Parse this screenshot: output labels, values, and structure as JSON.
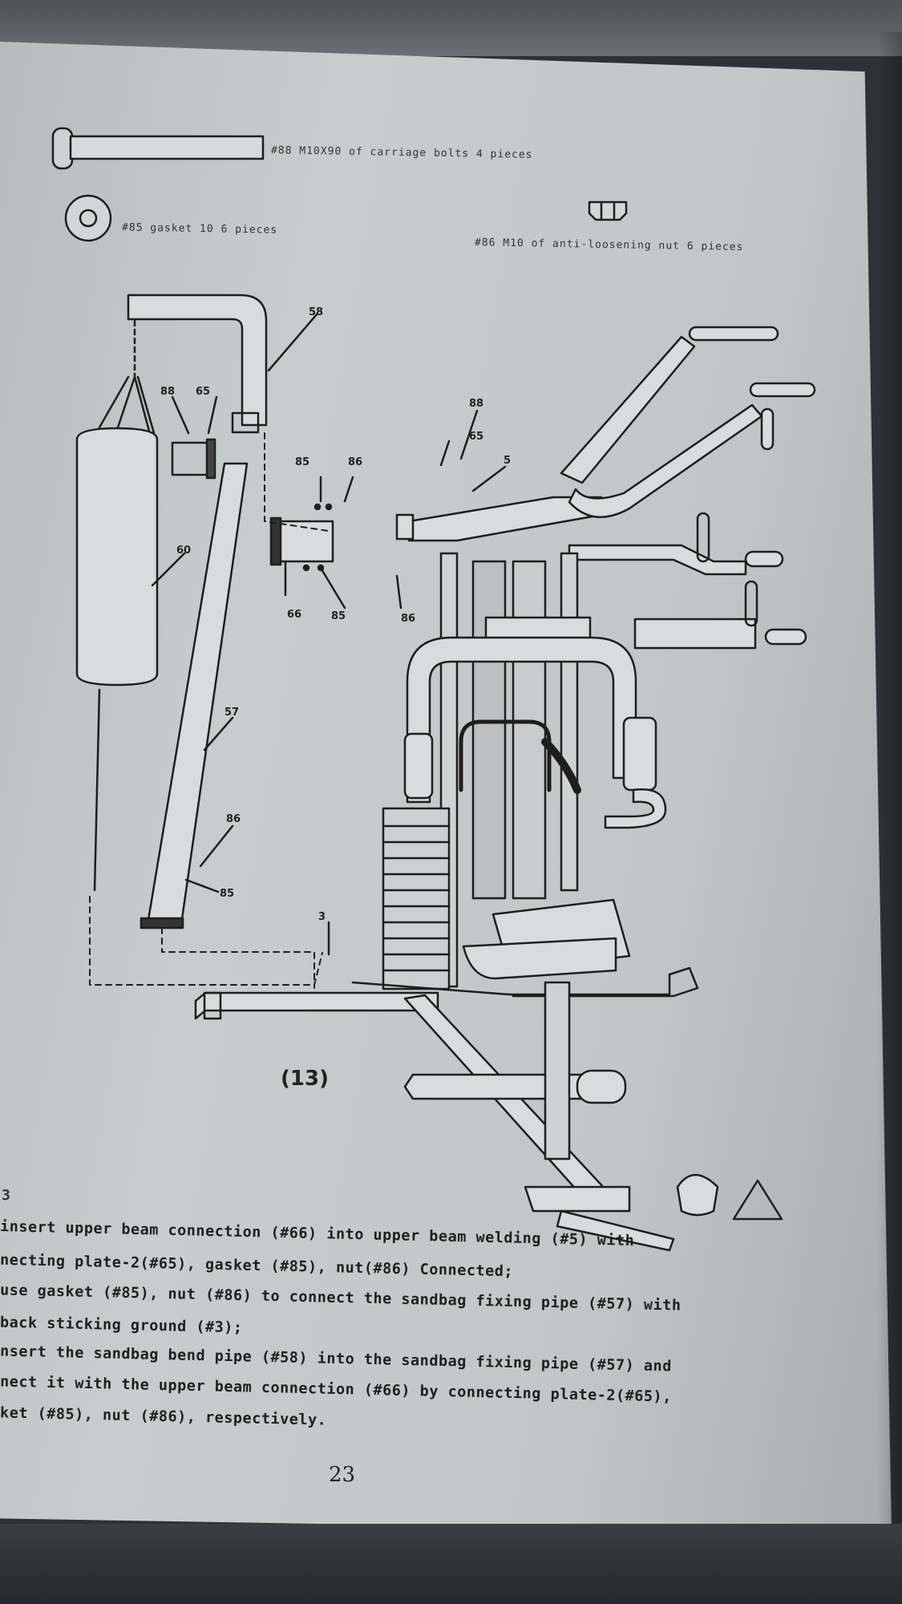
{
  "parts": {
    "bolt_line": "#88 M10X90 of carriage bolts 4 pieces",
    "gasket_line": "#85    gasket  10      6 pieces",
    "nut_line": "#86  M10 of anti-loosening nut   6 pieces"
  },
  "diagram": {
    "figure_label": "(13)",
    "callouts": {
      "c58": "58",
      "c88a": "88",
      "c65a": "65",
      "c88b": "88",
      "c65b": "65",
      "c5": "5",
      "c85a": "85",
      "c86a": "86",
      "c66": "66",
      "c85b": "85",
      "c86b": "86",
      "c60": "60",
      "c57": "57",
      "c86c": "86",
      "c85c": "85",
      "c3": "3"
    }
  },
  "instructions": {
    "step_marker": "3",
    "lines": [
      " insert upper beam connection (#66) into upper beam welding (#5) with",
      "necting plate-2(#65), gasket (#85), nut(#86) Connected;",
      "use gasket (#85), nut (#86) to connect the sandbag fixing pipe (#57) with",
      " back sticking ground (#3);",
      "nsert the sandbag bend pipe (#58) into the sandbag fixing pipe (#57) and",
      "nect it with the upper beam connection (#66) by connecting plate-2(#65),",
      "ket (#85), nut (#86), respectively."
    ]
  },
  "page_number": "23"
}
